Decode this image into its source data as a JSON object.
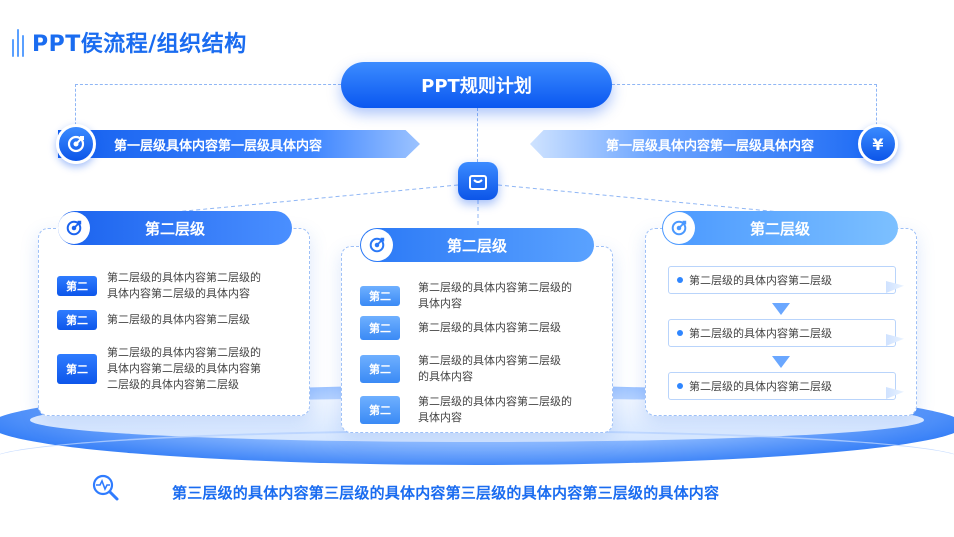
{
  "page_title": "PPT侯流程/组织结构",
  "main_title": "PPT规则计划",
  "level1": {
    "left_text": "第一层级具体内容第一层级具体内容",
    "right_text": "第一层级具体内容第一层级具体内容",
    "right_icon_glyph": "¥"
  },
  "cards": {
    "left": {
      "header": "第二层级",
      "rows": [
        {
          "tag": "第二",
          "line1": "第二层级的具体内容第二层级的",
          "line2": "具体内容第二层级的具体内容",
          "line3": ""
        },
        {
          "tag": "第二",
          "line1": "第二层级的具体内容第二层级",
          "line2": "",
          "line3": ""
        },
        {
          "tag": "第二",
          "line1": "第二层级的具体内容第二层级的",
          "line2": "具体内容第二层级的具体内容第",
          "line3": "二层级的具体内容第二层级"
        }
      ]
    },
    "middle": {
      "header": "第二层级",
      "rows": [
        {
          "tag": "第二",
          "line1": "第二层级的具体内容第二层级的",
          "line2": "具体内容"
        },
        {
          "tag": "第二",
          "line1": "第二层级的具体内容第二层级",
          "line2": ""
        },
        {
          "tag": "第二",
          "line1": "第二层级的具体内容第二层级",
          "line2": "的具体内容"
        },
        {
          "tag": "第二",
          "line1": "第二层级的具体内容第二层级的",
          "line2": "具体内容"
        }
      ]
    },
    "right": {
      "header": "第二层级",
      "steps": [
        "第二层级的具体内容第二层级",
        "第二层级的具体内容第二层级",
        "第二层级的具体内容第二层级"
      ]
    }
  },
  "bottom_text": "第三层级的具体内容第三层级的具体内容第三层级的具体内容第三层级的具体内容",
  "colors": {
    "primary": "#1a6cf0",
    "dark_blue": "#0c55e8",
    "light_blue": "#6fb0ff"
  }
}
